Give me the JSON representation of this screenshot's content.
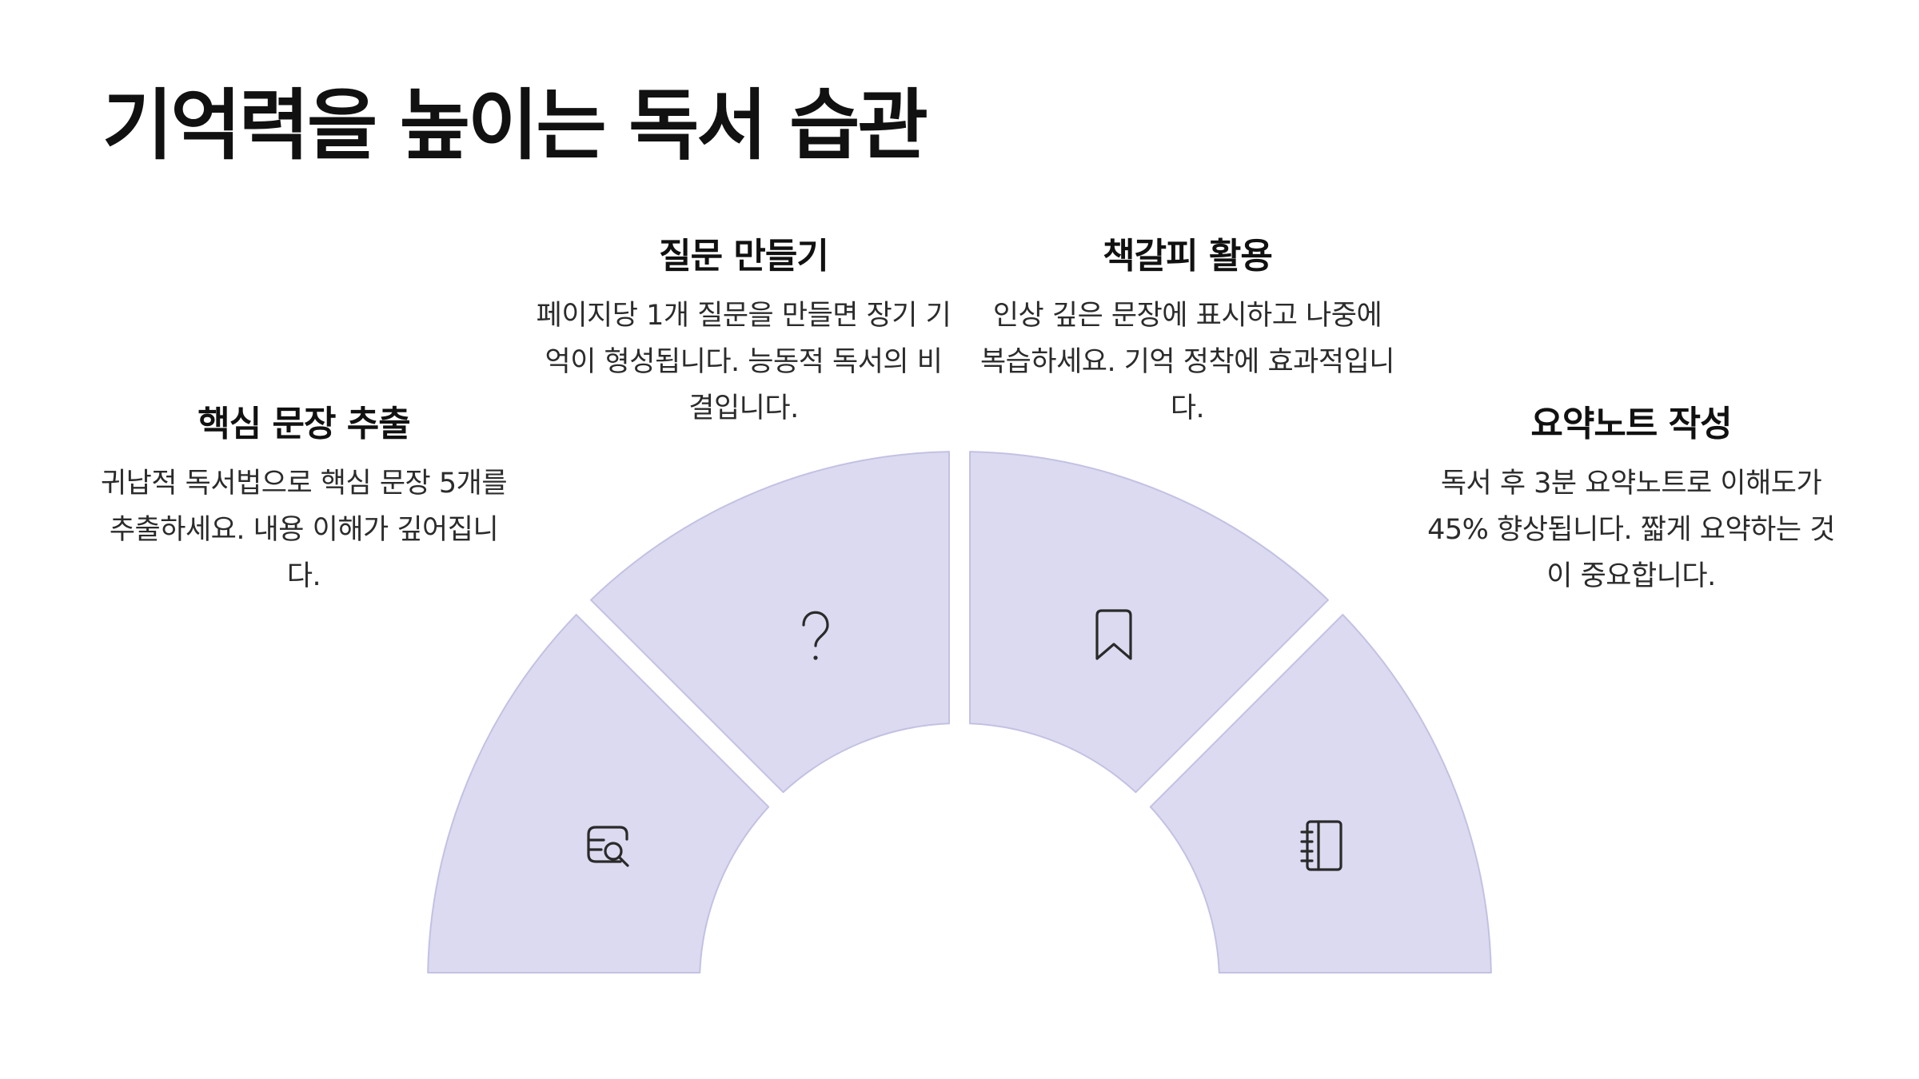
{
  "page": {
    "title": "기억력을 높이는 독서 습관"
  },
  "steps": [
    {
      "title": "핵심 문장 추출",
      "description": "귀납적 독서법으로 핵심 문장 5개를 추출하세요. 내용 이해가 깊어집니다.",
      "icon": "text-search-icon"
    },
    {
      "title": "질문 만들기",
      "description": "페이지당 1개 질문을 만들면 장기 기억이 형성됩니다. 능동적 독서의 비결입니다.",
      "icon": "question-mark-icon"
    },
    {
      "title": "책갈피 활용",
      "description": "인상 깊은 문장에 표시하고 나중에 복습하세요. 기억 정착에 효과적입니다.",
      "icon": "bookmark-icon"
    },
    {
      "title": "요약노트 작성",
      "description": "독서 후 3분 요약노트로 이해도가 45% 향상됩니다. 짧게 요약하는 것이 중요합니다.",
      "icon": "notebook-icon"
    }
  ],
  "colors": {
    "segment_fill": "#dbdaf0",
    "segment_stroke": "#c3c1e3",
    "icon_stroke": "#2a2a2a",
    "text": "#111111"
  }
}
